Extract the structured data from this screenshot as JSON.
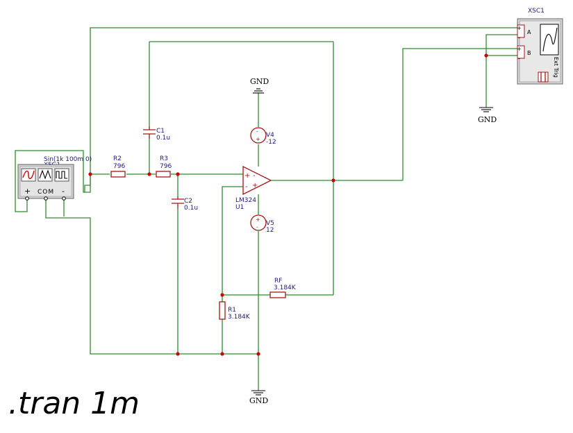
{
  "labels": {
    "xsc1": "XSC1",
    "scope_a": "A",
    "scope_b": "B",
    "scope_ext_trig": "Ext Trig",
    "scope_plus_a": "+",
    "scope_minus_a": "-",
    "scope_plus_b": "+",
    "scope_minus_b": "-",
    "gnd_scope": "GND",
    "gnd_top": "GND",
    "gnd_bottom": "GND",
    "c1_name": "C1",
    "c1_value": "0.1u",
    "c2_name": "C2",
    "c2_value": "0.1u",
    "r2_name": "R2",
    "r2_value": "796",
    "r3_name": "R3",
    "r3_value": "796",
    "rf_name": "RF",
    "rf_value": "3.184K",
    "r1_name": "R1",
    "r1_value": "3.184K",
    "v4_name": "V4",
    "v4_value": "-12",
    "v5_name": "V5",
    "v5_value": "12",
    "opamp_model": "LM324",
    "opamp_ref": "U1",
    "opamp_plus": "+",
    "opamp_minus": "-",
    "fg_source": "Sin(1k 100m 0)",
    "fg_ref": "XFG1",
    "fg_plus": "+",
    "fg_com": "COM",
    "fg_minus": "-",
    "v_plus": "+",
    "v_minus": "-"
  },
  "directive": ".tran 1m",
  "colors": {
    "wire": "#2e8b2e",
    "component": "#a31515",
    "label": "#1a1a7a",
    "junction": "#cc0000"
  }
}
